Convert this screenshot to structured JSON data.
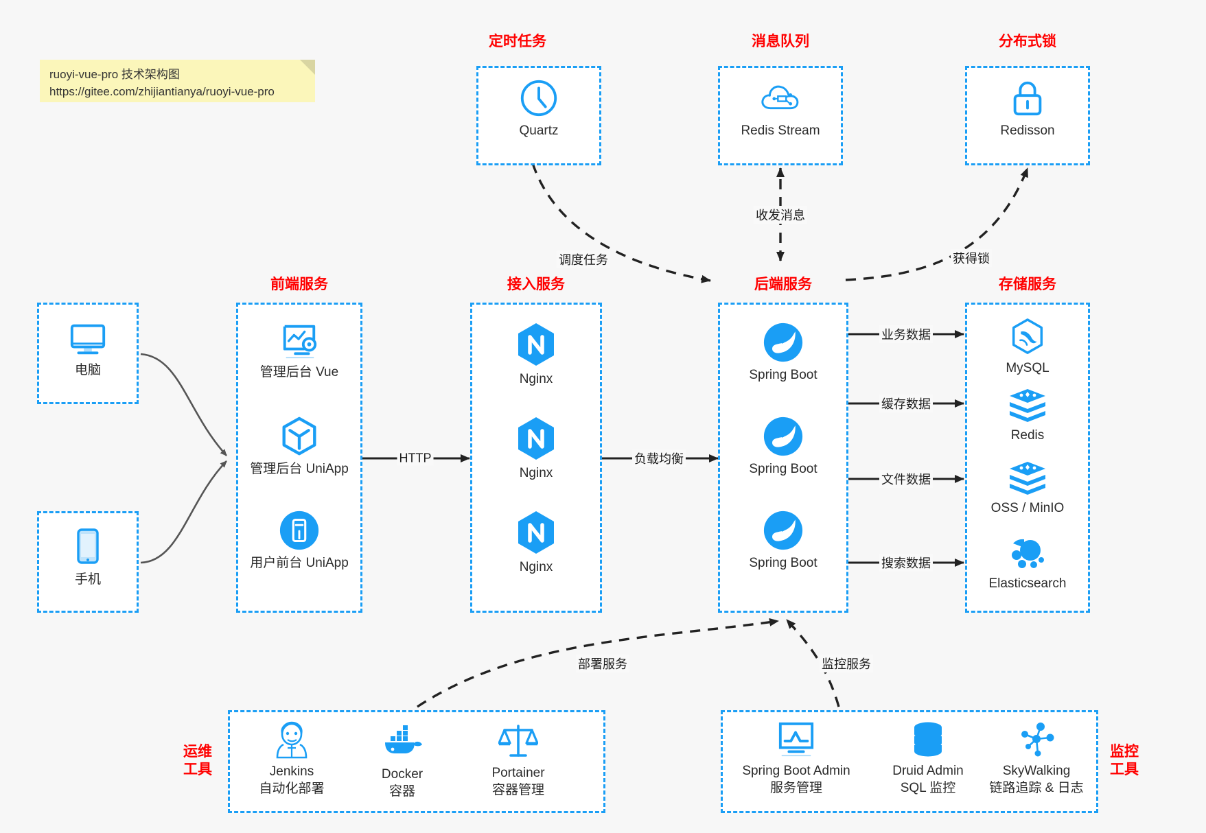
{
  "note": {
    "line1": "ruoyi-vue-pro 技术架构图",
    "line2": "https://gitee.com/zhijiantianya/ruoyi-vue-pro"
  },
  "colors": {
    "accent_blue": "#1a9ef5",
    "title_red": "#ff0000",
    "note_bg": "#fbf6ba",
    "canvas_bg": "#f7f7f7",
    "arrow_gray": "#555555",
    "arrow_dark": "#1d1d1d"
  },
  "groups": {
    "scheduled_task": {
      "title": "定时任务"
    },
    "message_queue": {
      "title": "消息队列"
    },
    "distributed_lock": {
      "title": "分布式锁"
    },
    "frontend": {
      "title": "前端服务"
    },
    "gateway": {
      "title": "接入服务"
    },
    "backend": {
      "title": "后端服务"
    },
    "storage": {
      "title": "存储服务"
    },
    "devops": {
      "title": "运维\n工具",
      "line1": "运维",
      "line2": "工具"
    },
    "monitor": {
      "title": "监控\n工具",
      "line1": "监控",
      "line2": "工具"
    }
  },
  "nodes": {
    "quartz": {
      "label": "Quartz",
      "icon": "clock-icon"
    },
    "redis_stream": {
      "label": "Redis Stream",
      "icon": "cloud-stream-icon"
    },
    "redisson": {
      "label": "Redisson",
      "icon": "lock-icon"
    },
    "computer": {
      "label": "电脑",
      "icon": "desktop-monitor-icon"
    },
    "phone": {
      "label": "手机",
      "icon": "mobile-phone-icon"
    },
    "admin_vue": {
      "label": "管理后台 Vue",
      "icon": "dashboard-gear-icon"
    },
    "admin_uniapp": {
      "label": "管理后台 UniApp",
      "icon": "cube-icon"
    },
    "user_uniapp": {
      "label": "用户前台 UniApp",
      "icon": "app-window-icon"
    },
    "nginx1": {
      "label": "Nginx",
      "icon": "nginx-icon"
    },
    "nginx2": {
      "label": "Nginx",
      "icon": "nginx-icon"
    },
    "nginx3": {
      "label": "Nginx",
      "icon": "nginx-icon"
    },
    "springboot1": {
      "label": "Spring Boot",
      "icon": "spring-leaf-icon"
    },
    "springboot2": {
      "label": "Spring Boot",
      "icon": "spring-leaf-icon"
    },
    "springboot3": {
      "label": "Spring Boot",
      "icon": "spring-leaf-icon"
    },
    "mysql": {
      "label": "MySQL",
      "icon": "mysql-dolphin-icon"
    },
    "redis": {
      "label": "Redis",
      "icon": "redis-stack-icon"
    },
    "oss_minio": {
      "label": "OSS / MinIO",
      "icon": "redis-stack-icon"
    },
    "elasticsearch": {
      "label": "Elasticsearch",
      "icon": "elasticsearch-icon"
    },
    "jenkins": {
      "label": "Jenkins",
      "sublabel": "自动化部署",
      "icon": "jenkins-butler-icon"
    },
    "docker": {
      "label": "Docker",
      "sublabel": "容器",
      "icon": "docker-whale-icon"
    },
    "portainer": {
      "label": "Portainer",
      "sublabel": "容器管理",
      "icon": "scales-icon"
    },
    "spring_boot_admin": {
      "label": "Spring Boot Admin",
      "sublabel": "服务管理",
      "icon": "monitor-chart-icon"
    },
    "druid_admin": {
      "label": "Druid Admin",
      "sublabel": "SQL 监控",
      "icon": "database-icon"
    },
    "skywalking": {
      "label": "SkyWalking",
      "sublabel": "链路追踪 & 日志",
      "icon": "network-nodes-icon"
    }
  },
  "edges": [
    {
      "id": "schedule",
      "label": "调度任务",
      "from": "quartz",
      "to": "backend",
      "style": "dashed"
    },
    {
      "id": "mq",
      "label": "收发消息",
      "from": "backend",
      "to": "redis_stream",
      "style": "dashed-bidirectional"
    },
    {
      "id": "lock",
      "label": "获得锁",
      "from": "backend",
      "to": "redisson",
      "style": "dashed"
    },
    {
      "id": "http",
      "label": "HTTP",
      "from": "frontend",
      "to": "gateway",
      "style": "solid"
    },
    {
      "id": "lb",
      "label": "负载均衡",
      "from": "gateway",
      "to": "backend",
      "style": "solid"
    },
    {
      "id": "biz_data",
      "label": "业务数据",
      "from": "backend",
      "to": "storage",
      "style": "solid"
    },
    {
      "id": "cache_data",
      "label": "缓存数据",
      "from": "backend",
      "to": "storage",
      "style": "solid"
    },
    {
      "id": "file_data",
      "label": "文件数据",
      "from": "backend",
      "to": "storage",
      "style": "solid"
    },
    {
      "id": "search_data",
      "label": "搜索数据",
      "from": "backend",
      "to": "storage",
      "style": "solid"
    },
    {
      "id": "deploy",
      "label": "部署服务",
      "from": "devops",
      "to": "backend",
      "style": "dashed"
    },
    {
      "id": "monitoring",
      "label": "监控服务",
      "from": "monitor",
      "to": "backend",
      "style": "dashed"
    }
  ]
}
